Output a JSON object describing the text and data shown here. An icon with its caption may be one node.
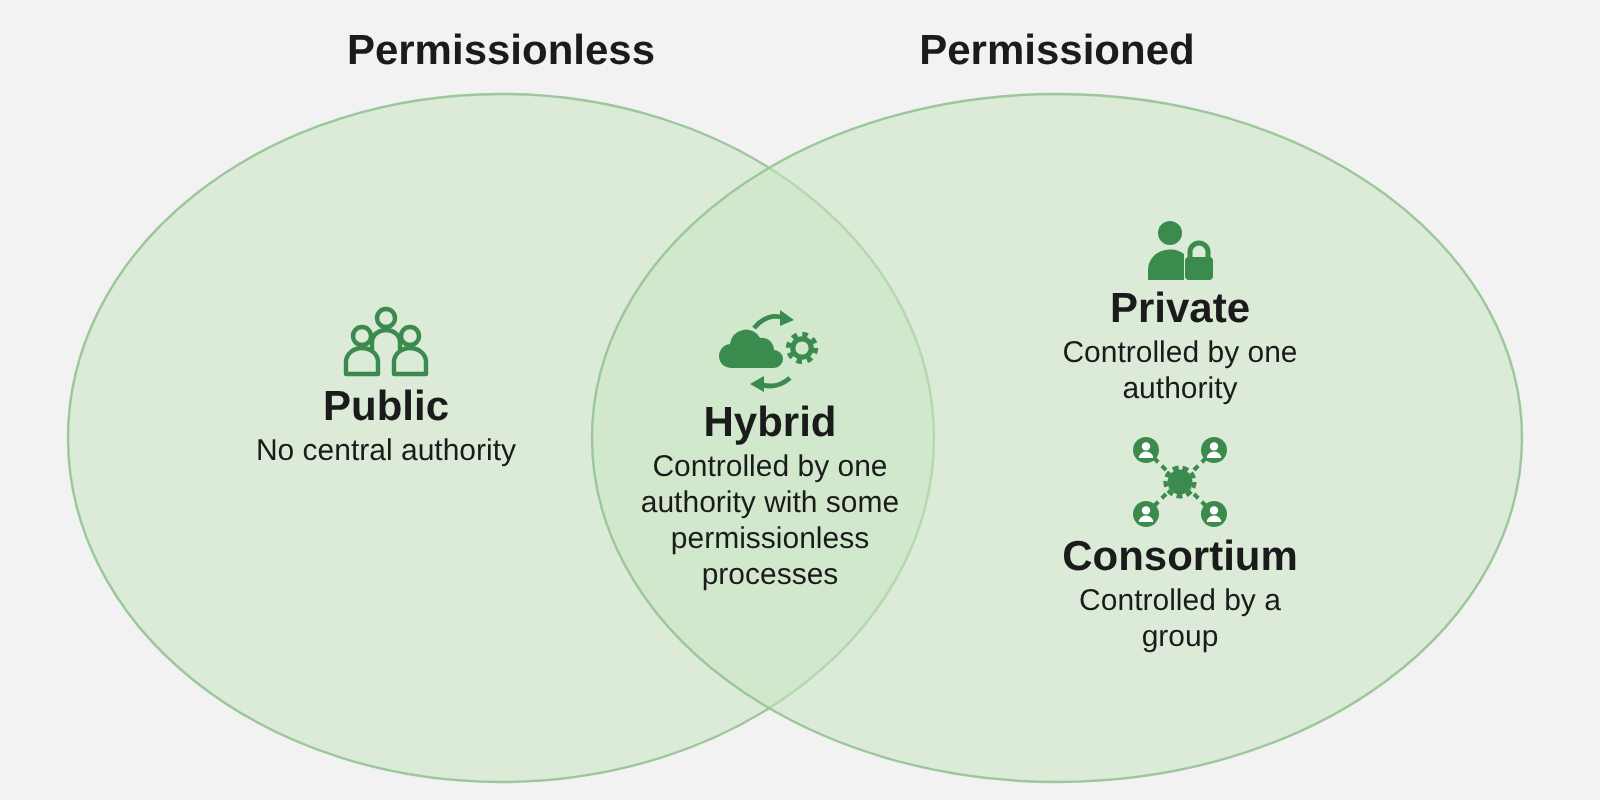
{
  "diagram": {
    "nodes": [
      {
        "text": [
          "Permissionless"
        ]
      },
      {
        "text": [
          "Permissioned"
        ]
      },
      {
        "text": [
          "Public",
          "No central authority"
        ],
        "in": 0
      },
      {
        "text": [
          "Hybrid",
          "Controlled by one authority with some permissionless processes"
        ]
      },
      {
        "text": [
          "Private",
          "Controlled by one authority"
        ],
        "in": 1
      },
      {
        "text": [
          "Consortium",
          "Controlled by a group"
        ],
        "in": 1
      }
    ]
  }
}
